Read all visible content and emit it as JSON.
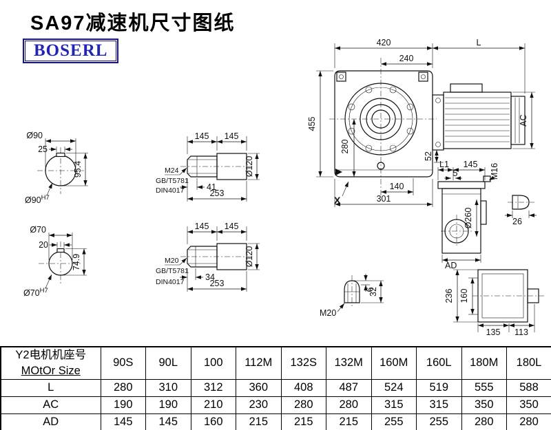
{
  "title": "SA97减速机尺寸图纸",
  "brand": "BOSERL",
  "views": {
    "section90": {
      "dia": "Ø90",
      "key_width": "25",
      "key_height": "95.4",
      "bore": "Ø90",
      "bore_fit": "H7"
    },
    "section70": {
      "dia": "Ø70",
      "key_width": "20",
      "key_height": "74.9",
      "bore": "Ø70",
      "bore_fit": "H7"
    },
    "shaft24": {
      "len1": "145",
      "len2": "145",
      "dia": "Ø120",
      "thread": "M24",
      "std1": "GB/T5781",
      "std2": "DIN4017",
      "thread_len": "41",
      "total_len": "253"
    },
    "shaft20": {
      "len1": "145",
      "len2": "145",
      "dia": "Ø120",
      "thread": "M20",
      "std1": "GB/T5781",
      "std2": "DIN4017",
      "thread_len": "34",
      "total_len": "253"
    },
    "front": {
      "width": "420",
      "flange_width": "240",
      "motor_len": "L",
      "height": "455",
      "h_axis": "280",
      "motor_ac": "AC",
      "d52": "52",
      "d140": "140",
      "d301": "301",
      "section_mark": "X"
    },
    "side": {
      "l1": "L1",
      "d145": "145",
      "d5": "5",
      "m16": "M16",
      "dia260": "Ø260",
      "d26": "26",
      "ad": "AD"
    },
    "shaft_end": {
      "m20": "M20",
      "d6": "6",
      "d32": "32"
    },
    "rear": {
      "d236": "236",
      "d160": "160",
      "d135": "135",
      "d113": "113"
    }
  },
  "table": {
    "size_label_cn": "Y2电机机座号",
    "size_label_en": "MOtOr Size",
    "columns": [
      "90S",
      "90L",
      "100",
      "112M",
      "132S",
      "132M",
      "160M",
      "160L",
      "180M",
      "180L"
    ],
    "rows": [
      {
        "label": "L",
        "values": [
          "280",
          "310",
          "312",
          "360",
          "408",
          "487",
          "524",
          "519",
          "555",
          "588"
        ]
      },
      {
        "label": "AC",
        "values": [
          "190",
          "190",
          "210",
          "230",
          "280",
          "280",
          "315",
          "315",
          "350",
          "350"
        ]
      },
      {
        "label": "AD",
        "values": [
          "145",
          "145",
          "160",
          "215",
          "215",
          "215",
          "255",
          "255",
          "280",
          "280"
        ]
      }
    ]
  }
}
